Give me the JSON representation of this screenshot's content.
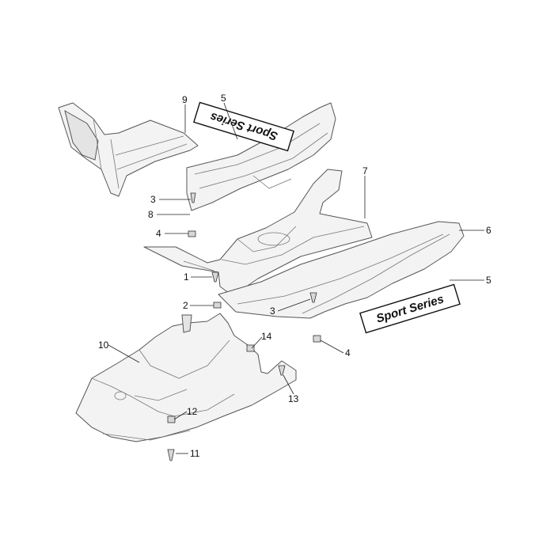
{
  "diagram": {
    "callouts": [
      {
        "id": "c9",
        "label": "9"
      },
      {
        "id": "c5a",
        "label": "5"
      },
      {
        "id": "c7",
        "label": "7"
      },
      {
        "id": "c3a",
        "label": "3"
      },
      {
        "id": "c8",
        "label": "8"
      },
      {
        "id": "c4a",
        "label": "4"
      },
      {
        "id": "c6",
        "label": "6"
      },
      {
        "id": "c1",
        "label": "1"
      },
      {
        "id": "c5b",
        "label": "5"
      },
      {
        "id": "c3b",
        "label": "3"
      },
      {
        "id": "c2",
        "label": "2"
      },
      {
        "id": "c4b",
        "label": "4"
      },
      {
        "id": "c14",
        "label": "14"
      },
      {
        "id": "c10",
        "label": "10"
      },
      {
        "id": "c13",
        "label": "13"
      },
      {
        "id": "c12",
        "label": "12"
      },
      {
        "id": "c11",
        "label": "11"
      }
    ],
    "badges": [
      {
        "id": "badge-top",
        "text": "Sport Series"
      },
      {
        "id": "badge-right",
        "text": "Sport Series"
      }
    ]
  }
}
